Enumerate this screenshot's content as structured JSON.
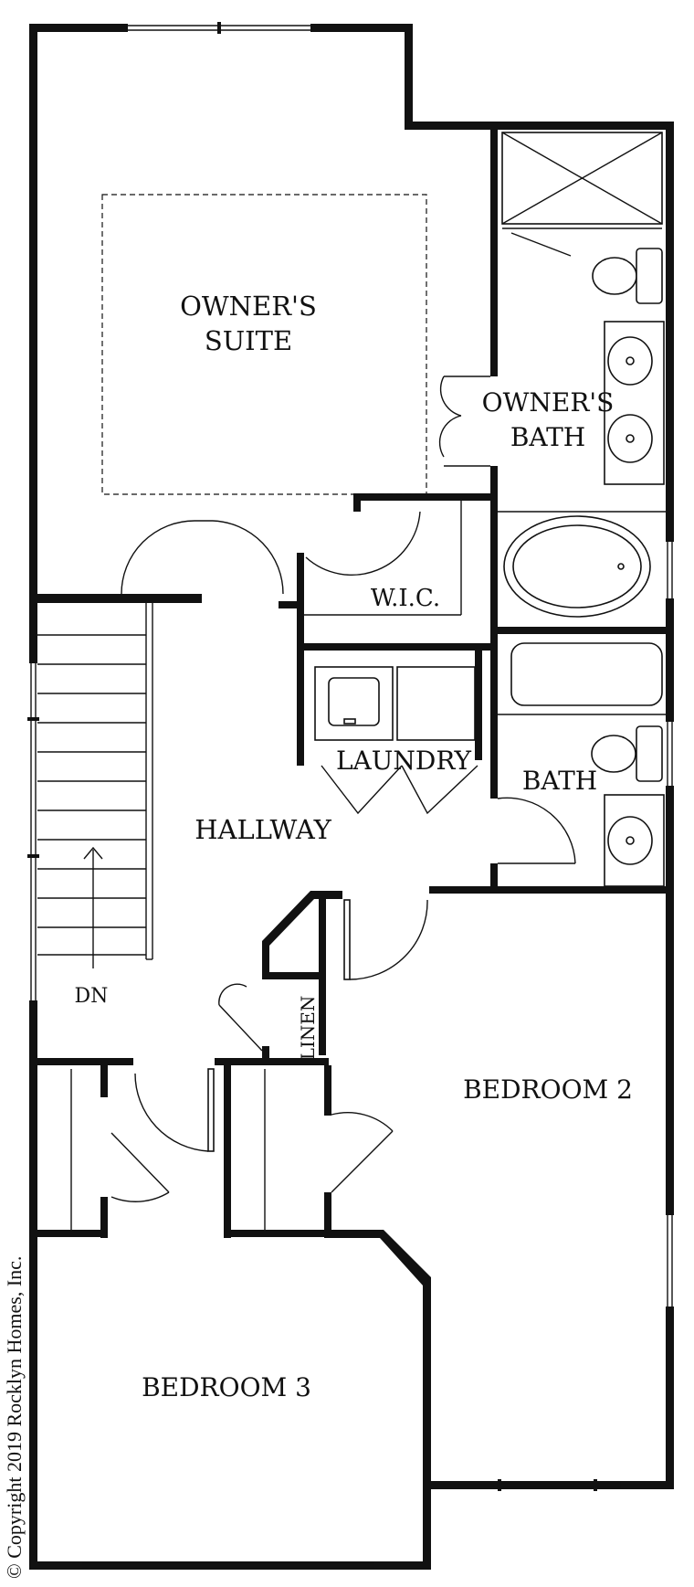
{
  "rooms": {
    "owners_suite_line1": "OWNER'S",
    "owners_suite_line2": "SUITE",
    "owners_bath_line1": "OWNER'S",
    "owners_bath_line2": "BATH",
    "wic": "W.I.C.",
    "laundry": "LAUNDRY",
    "bath": "BATH",
    "hallway": "HALLWAY",
    "linen": "LINEN",
    "bedroom2": "BEDROOM 2",
    "bedroom3": "BEDROOM 3"
  },
  "stairs": {
    "direction": "DN"
  },
  "copyright": "© Copyright 2019 Rocklyn Homes, Inc.",
  "colors": {
    "wall": "#111111",
    "background": "#ffffff"
  }
}
